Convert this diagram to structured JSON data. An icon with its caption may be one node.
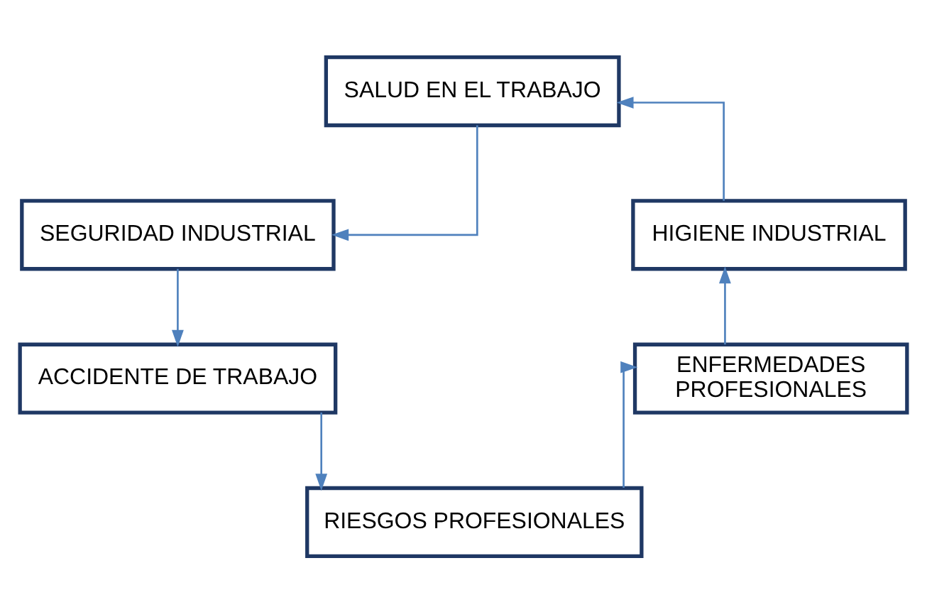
{
  "diagram": {
    "nodes": [
      {
        "text": [
          "SALUD EN EL TRABAJO"
        ]
      },
      {
        "text": [
          "SEGURIDAD INDUSTRIAL"
        ]
      },
      {
        "text": [
          "ACCIDENTE DE TRABAJO"
        ]
      },
      {
        "text": [
          "RIESGOS PROFESIONALES"
        ]
      },
      {
        "text": [
          "ENFERMEDADES PROFESIONALES"
        ]
      },
      {
        "text": [
          "HIGIENE INDUSTRIAL"
        ]
      }
    ],
    "edges": [
      {
        "from": 0,
        "to": 1,
        "arrow": "to"
      },
      {
        "from": 1,
        "to": 2,
        "arrow": "to"
      },
      {
        "from": 2,
        "to": 3,
        "arrow": "to"
      },
      {
        "from": 3,
        "to": 4,
        "arrow": "to"
      },
      {
        "from": 4,
        "to": 5,
        "arrow": "to"
      },
      {
        "from": 5,
        "to": 0,
        "arrow": "to"
      }
    ]
  }
}
